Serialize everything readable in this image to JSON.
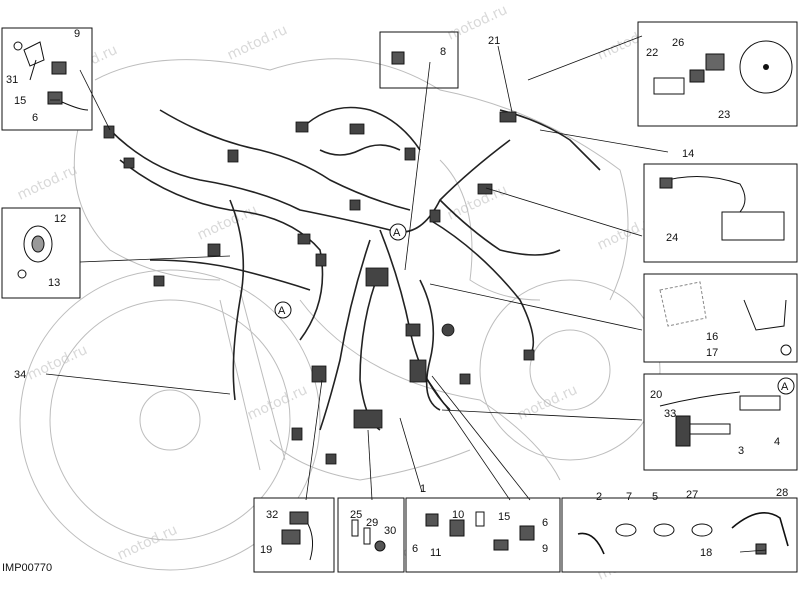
{
  "diagram": {
    "watermark": "motod.ru",
    "code": "IMP00770",
    "callout_marker": "A",
    "labels": {
      "n1": "1",
      "n2": "2",
      "n3": "3",
      "n4": "4",
      "n5": "5",
      "n6": "6",
      "n7": "7",
      "n8": "8",
      "n9": "9",
      "n10": "10",
      "n11": "11",
      "n12": "12",
      "n13": "13",
      "n14": "14",
      "n15": "15",
      "n16": "16",
      "n17": "17",
      "n18": "18",
      "n19": "19",
      "n20": "20",
      "n21": "21",
      "n22": "22",
      "n23": "23",
      "n24": "24",
      "n25": "25",
      "n26": "26",
      "n27": "27",
      "n28": "28",
      "n29": "29",
      "n30": "30",
      "n31": "31",
      "n32": "32",
      "n33": "33",
      "n34": "34"
    }
  }
}
